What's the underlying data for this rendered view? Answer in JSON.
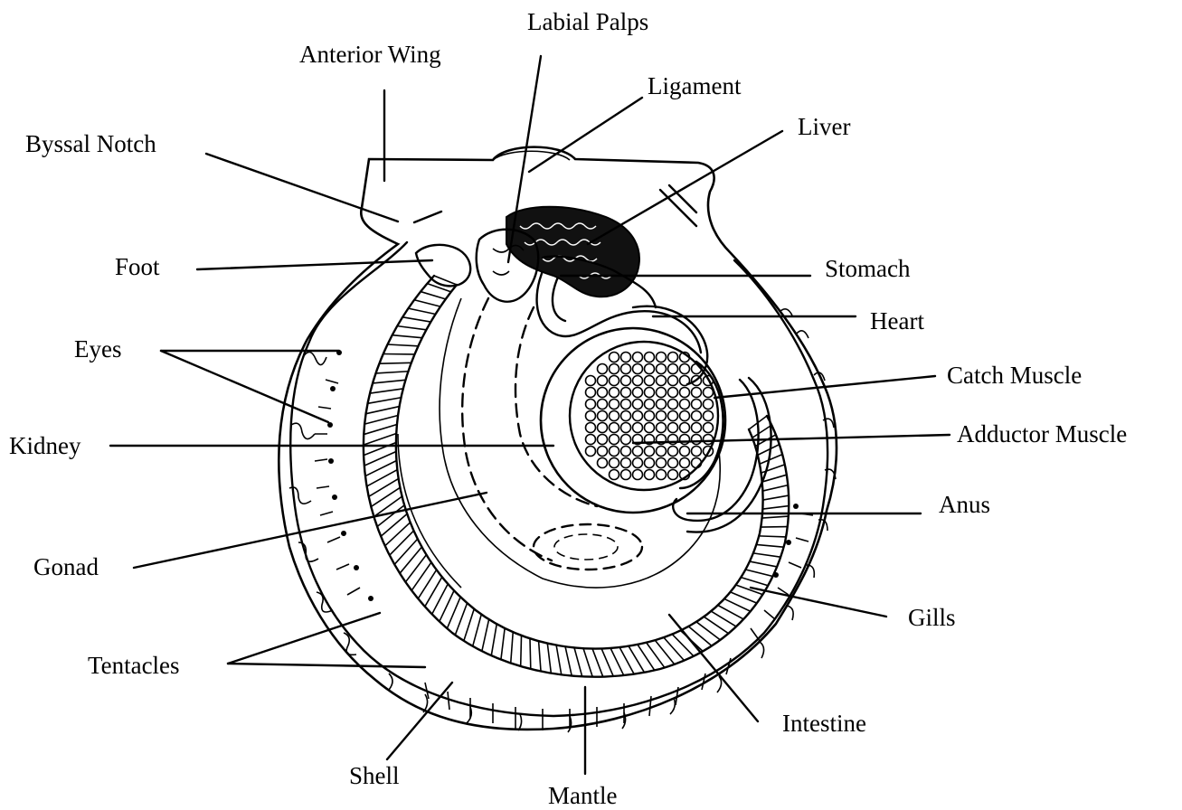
{
  "labels": {
    "labial_palps": "Labial Palps",
    "anterior_wing": "Anterior Wing",
    "ligament": "Ligament",
    "liver": "Liver",
    "byssal_notch": "Byssal Notch",
    "foot": "Foot",
    "stomach": "Stomach",
    "heart": "Heart",
    "eyes": "Eyes",
    "catch_muscle": "Catch Muscle",
    "kidney": "Kidney",
    "adductor_muscle": "Adductor Muscle",
    "anus": "Anus",
    "gonad": "Gonad",
    "gills": "Gills",
    "tentacles": "Tentacles",
    "intestine": "Intestine",
    "shell": "Shell",
    "mantle": "Mantle"
  },
  "colors": {
    "ink": "#000000",
    "background": "#ffffff"
  }
}
